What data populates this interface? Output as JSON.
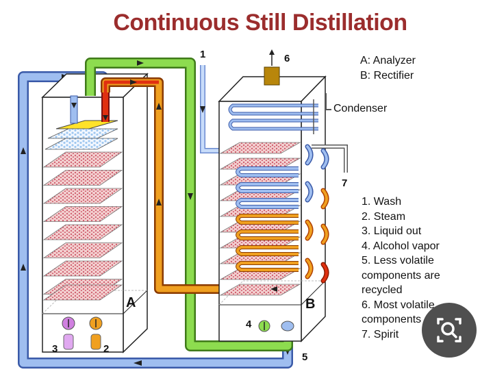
{
  "title": "Continuous Still Distillation",
  "legend_ab": [
    "A:  Analyzer",
    "B:  Rectifier"
  ],
  "legend_numbered": [
    "1. Wash",
    "2. Steam",
    "3. Liquid out",
    "4. Alcohol vapor",
    "5. Less volatile components are recycled",
    "6. Most volatile components",
    "7. Spirit"
  ],
  "labels": {
    "column_a": "A",
    "column_b": "B",
    "condenser": "Condenser",
    "n1": "1",
    "n2": "2",
    "n3": "3",
    "n4": "4",
    "n5": "5",
    "n6": "6",
    "n7": "7"
  },
  "colors": {
    "title": "#9b2d2d",
    "wash_pipe": "#8ddc4f",
    "return_pipe": "#9fbef0",
    "steam_pipe": "#f0a020",
    "hot_pipe": "#e03010",
    "trays": "#e9a8a8",
    "plug": "#b8860b"
  },
  "icons": [
    "search-lens-icon"
  ]
}
